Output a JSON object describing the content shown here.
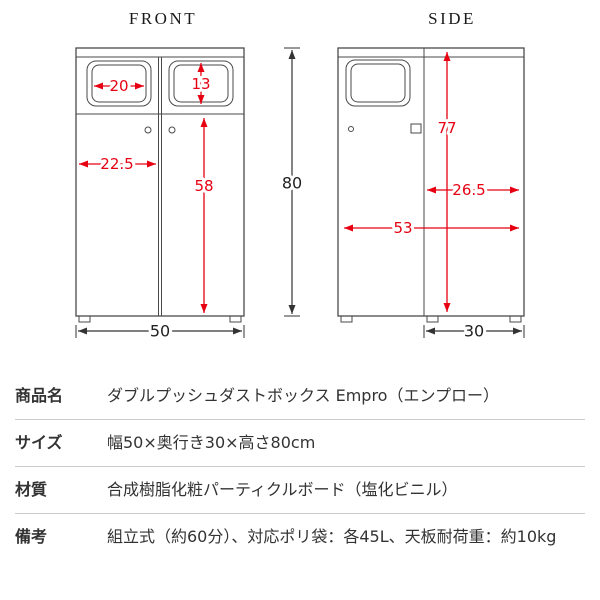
{
  "diagram": {
    "front": {
      "title": "FRONT",
      "flap_width": "20",
      "flap_height": "13",
      "left_door_width": "22.5",
      "door_height": "58",
      "total_height": "80",
      "total_width": "50"
    },
    "side": {
      "title": "SIDE",
      "inner_height": "77",
      "upper_depth": "26.5",
      "clearance_depth": "53",
      "total_depth": "30"
    },
    "colors": {
      "dimension_red": "#e60012",
      "drawing_line": "#4a4a4a",
      "dimension_black": "#222222"
    }
  },
  "spec_table": {
    "rows": [
      {
        "label": "商品名",
        "value": "ダブルプッシュダストボックス Empro（エンプロー）"
      },
      {
        "label": "サイズ",
        "value": "幅50×奥行き30×高さ80cm"
      },
      {
        "label": "材質",
        "value": "合成樹脂化粧パーティクルボード（塩化ビニル）"
      },
      {
        "label": "備考",
        "value": "組立式（約60分）、対応ポリ袋：各45L、天板耐荷重：約10kg"
      }
    ]
  }
}
